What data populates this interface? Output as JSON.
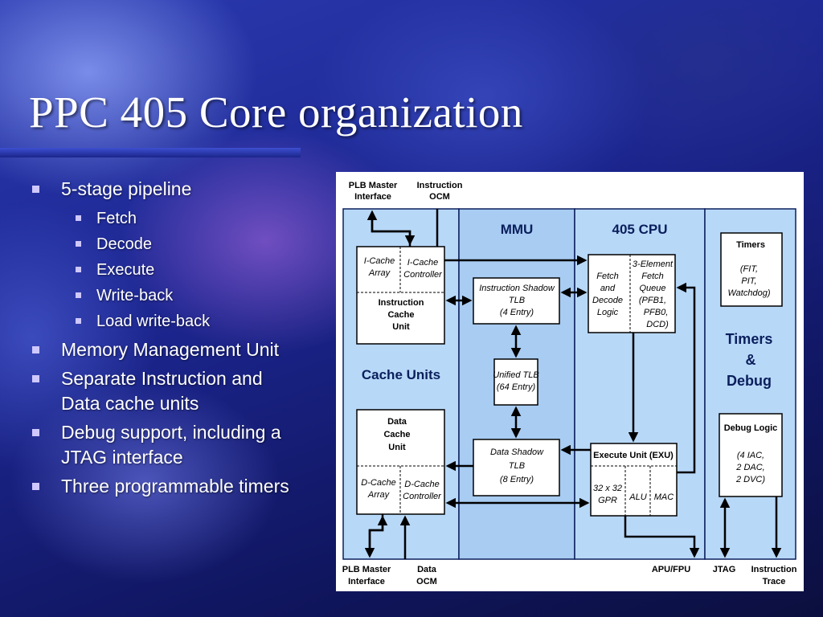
{
  "slide": {
    "title": "PPC 405 Core organization",
    "bullets": [
      "5-stage pipeline",
      "Memory Management Unit",
      "Separate Instruction and",
      "Data cache units",
      "Debug support, including a",
      "JTAG interface",
      "Three programmable timers"
    ],
    "sub_bullets": [
      "Fetch",
      "Decode",
      "Execute",
      "Write-back",
      "Load write-back"
    ]
  },
  "diagram": {
    "top_labels": {
      "plb_master_1": "PLB Master",
      "plb_master_2": "Interface",
      "instr_ocm_1": "Instruction",
      "instr_ocm_2": "OCM"
    },
    "regions": {
      "mmu": "MMU",
      "cpu": "405 CPU",
      "cache_units": "Cache Units",
      "timers_debug_1": "Timers",
      "timers_debug_2": "&",
      "timers_debug_3": "Debug"
    },
    "icache": {
      "array_1": "I-Cache",
      "array_2": "Array",
      "ctrl_1": "I-Cache",
      "ctrl_2": "Controller",
      "unit_1": "Instruction",
      "unit_2": "Cache",
      "unit_3": "Unit"
    },
    "dcache": {
      "unit_1": "Data",
      "unit_2": "Cache",
      "unit_3": "Unit",
      "array_1": "D-Cache",
      "array_2": "Array",
      "ctrl_1": "D-Cache",
      "ctrl_2": "Controller"
    },
    "itlb": {
      "l1": "Instruction Shadow",
      "l2": "TLB",
      "l3": "(4 Entry)"
    },
    "utlb": {
      "l1": "Unified TLB",
      "l2": "(64 Entry)"
    },
    "dtlb": {
      "l1": "Data  Shadow",
      "l2": "TLB",
      "l3": "(8 Entry)"
    },
    "fetch": {
      "l1": "Fetch",
      "l2": "and",
      "l3": "Decode",
      "l4": "Logic"
    },
    "queue": {
      "l1": "3-Element",
      "l2": "Fetch",
      "l3": "Queue",
      "l4": "(PFB1,",
      "l5": "PFB0,",
      "l6": "DCD)"
    },
    "exu": {
      "title": "Execute Unit (EXU)",
      "gpr_1": "32 x 32",
      "gpr_2": "GPR",
      "alu": "ALU",
      "mac": "MAC"
    },
    "timers_box": {
      "title": "Timers",
      "l1": "(FIT,",
      "l2": "PIT,",
      "l3": "Watchdog)"
    },
    "debug_box": {
      "title": "Debug Logic",
      "l1": "(4 IAC,",
      "l2": "2 DAC,",
      "l3": "2 DVC)"
    },
    "bottom_labels": {
      "plb_master_1": "PLB Master",
      "plb_master_2": "Interface",
      "data_ocm_1": "Data",
      "data_ocm_2": "OCM",
      "apu_fpu": "APU/FPU",
      "jtag": "JTAG",
      "instr_trace_1": "Instruction",
      "instr_trace_2": "Trace"
    },
    "colors": {
      "region_fill": "#b8d8f8",
      "mid_fill": "#a8ccf2",
      "border": "#0a1f5c",
      "box_fill": "#ffffff"
    }
  }
}
